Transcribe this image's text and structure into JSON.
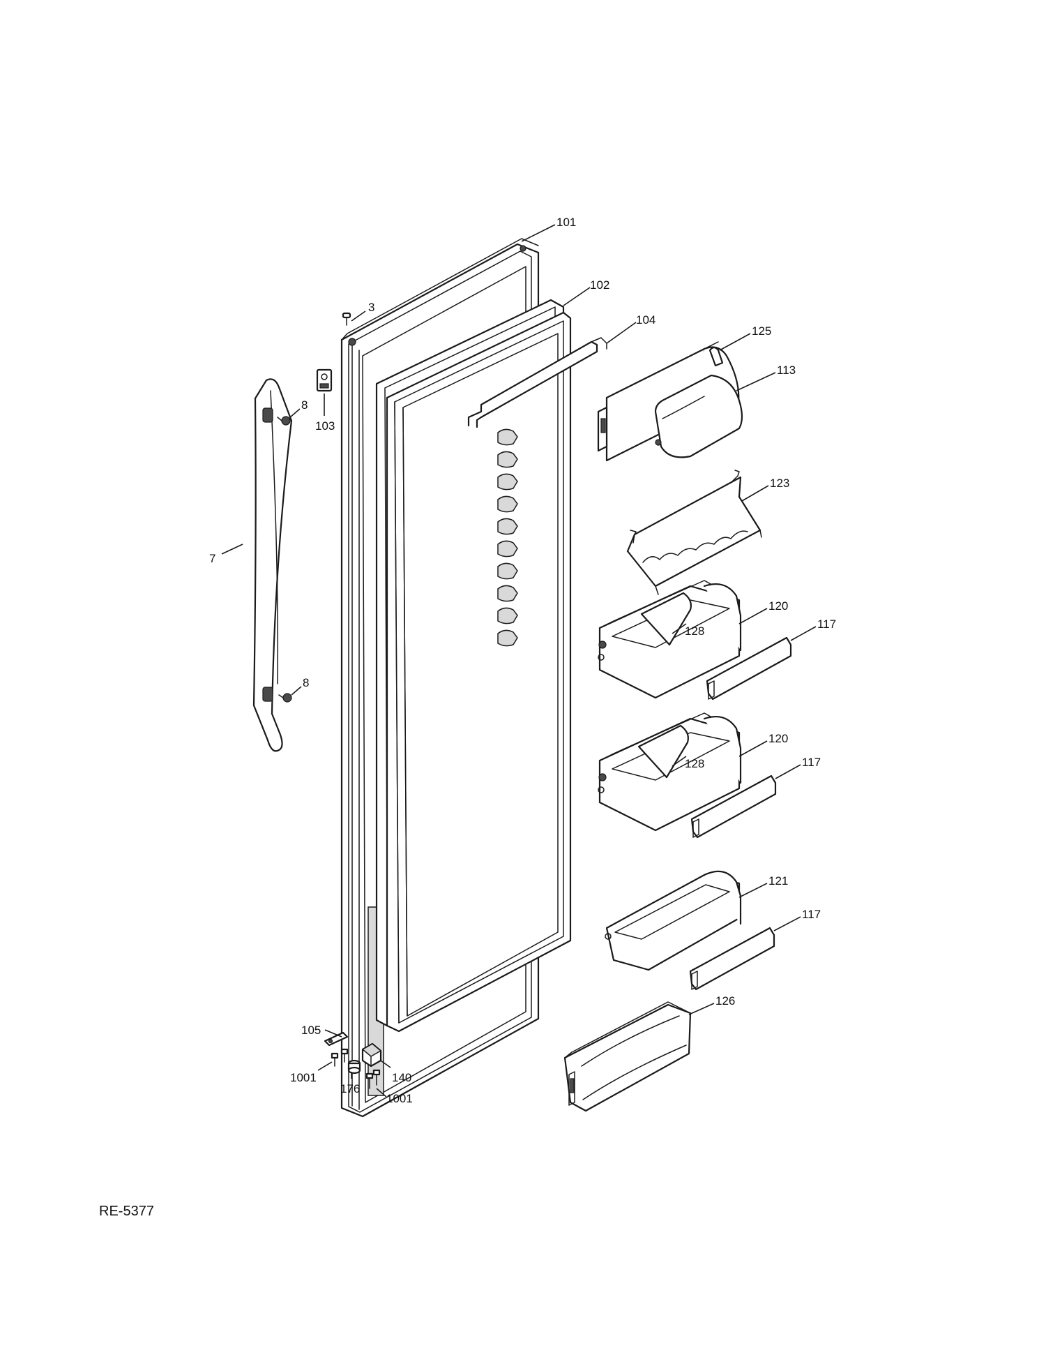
{
  "diagram": {
    "reference_code": "RE-5377",
    "callouts": [
      {
        "id": "c101",
        "label": "101"
      },
      {
        "id": "c102",
        "label": "102"
      },
      {
        "id": "c104",
        "label": "104"
      },
      {
        "id": "c3",
        "label": "3"
      },
      {
        "id": "c125",
        "label": "125"
      },
      {
        "id": "c113",
        "label": "113"
      },
      {
        "id": "c103",
        "label": "103"
      },
      {
        "id": "c8a",
        "label": "8"
      },
      {
        "id": "c7",
        "label": "7"
      },
      {
        "id": "c123",
        "label": "123"
      },
      {
        "id": "c120a",
        "label": "120"
      },
      {
        "id": "c128a",
        "label": "128"
      },
      {
        "id": "c117a",
        "label": "117"
      },
      {
        "id": "c8b",
        "label": "8"
      },
      {
        "id": "c120b",
        "label": "120"
      },
      {
        "id": "c128b",
        "label": "128"
      },
      {
        "id": "c117b",
        "label": "117"
      },
      {
        "id": "c121",
        "label": "121"
      },
      {
        "id": "c117c",
        "label": "117"
      },
      {
        "id": "c126",
        "label": "126"
      },
      {
        "id": "c105",
        "label": "105"
      },
      {
        "id": "c1001a",
        "label": "1001"
      },
      {
        "id": "c176",
        "label": "176"
      },
      {
        "id": "c140",
        "label": "140"
      },
      {
        "id": "c1001b",
        "label": "1001"
      }
    ]
  }
}
